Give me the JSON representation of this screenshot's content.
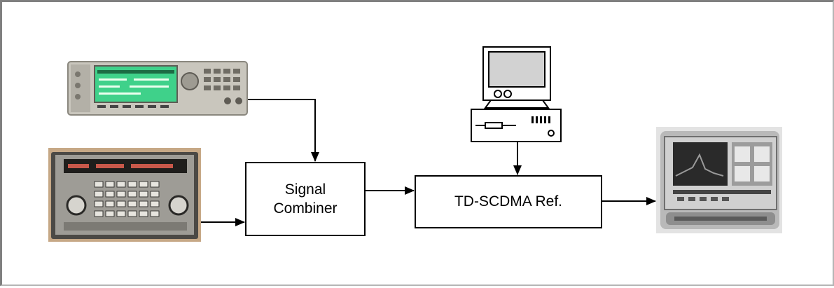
{
  "diagram": {
    "blocks": {
      "combiner": {
        "label": "Signal\nCombiner"
      },
      "reference": {
        "label": "TD-SCDMA Ref."
      }
    },
    "devices": [
      {
        "name": "vector-signal-generator",
        "icon": "signal-generator-icon"
      },
      {
        "name": "analog-signal-generator",
        "icon": "signal-generator-icon"
      },
      {
        "name": "control-pc",
        "icon": "computer-icon"
      },
      {
        "name": "spectrum-analyzer",
        "icon": "spectrum-analyzer-icon"
      }
    ],
    "connections": [
      {
        "from": "vector-signal-generator",
        "to": "combiner"
      },
      {
        "from": "analog-signal-generator",
        "to": "combiner"
      },
      {
        "from": "combiner",
        "to": "reference"
      },
      {
        "from": "control-pc",
        "to": "reference"
      },
      {
        "from": "reference",
        "to": "spectrum-analyzer"
      }
    ],
    "colors": {
      "line": "#000000",
      "frame": "#7f7f7f",
      "screen_green": "#3fd18a"
    }
  }
}
